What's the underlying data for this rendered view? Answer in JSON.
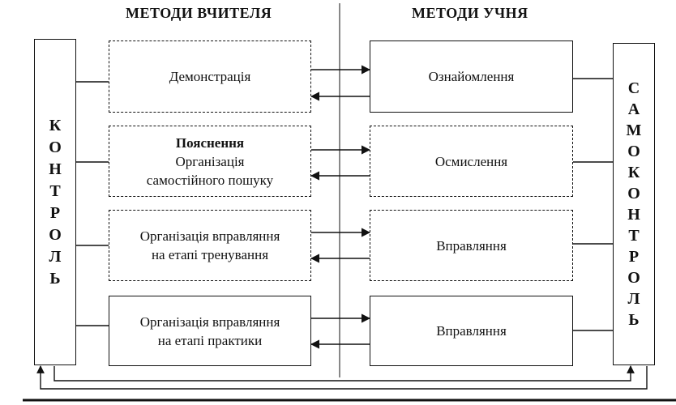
{
  "headings": {
    "teacher": "МЕТОДИ ВЧИТЕЛЯ",
    "student": "МЕТОДИ УЧНЯ"
  },
  "side": {
    "left": "К О Н Т Р О Л Ь",
    "right": "С А М О К О Н Т Р О Л Ь"
  },
  "teacher_methods": [
    {
      "lines": [
        "Демонстрація"
      ]
    },
    {
      "lines": [
        "Пояснення",
        "Організація",
        "самостійного пошуку"
      ]
    },
    {
      "lines": [
        "Організація вправляння",
        "на етапі тренування"
      ]
    },
    {
      "lines": [
        "Організація вправляння",
        "на етапі практики"
      ]
    }
  ],
  "student_methods": [
    {
      "label": "Ознайомлення"
    },
    {
      "label": "Осмислення"
    },
    {
      "label": "Вправляння"
    },
    {
      "label": "Вправляння"
    }
  ]
}
